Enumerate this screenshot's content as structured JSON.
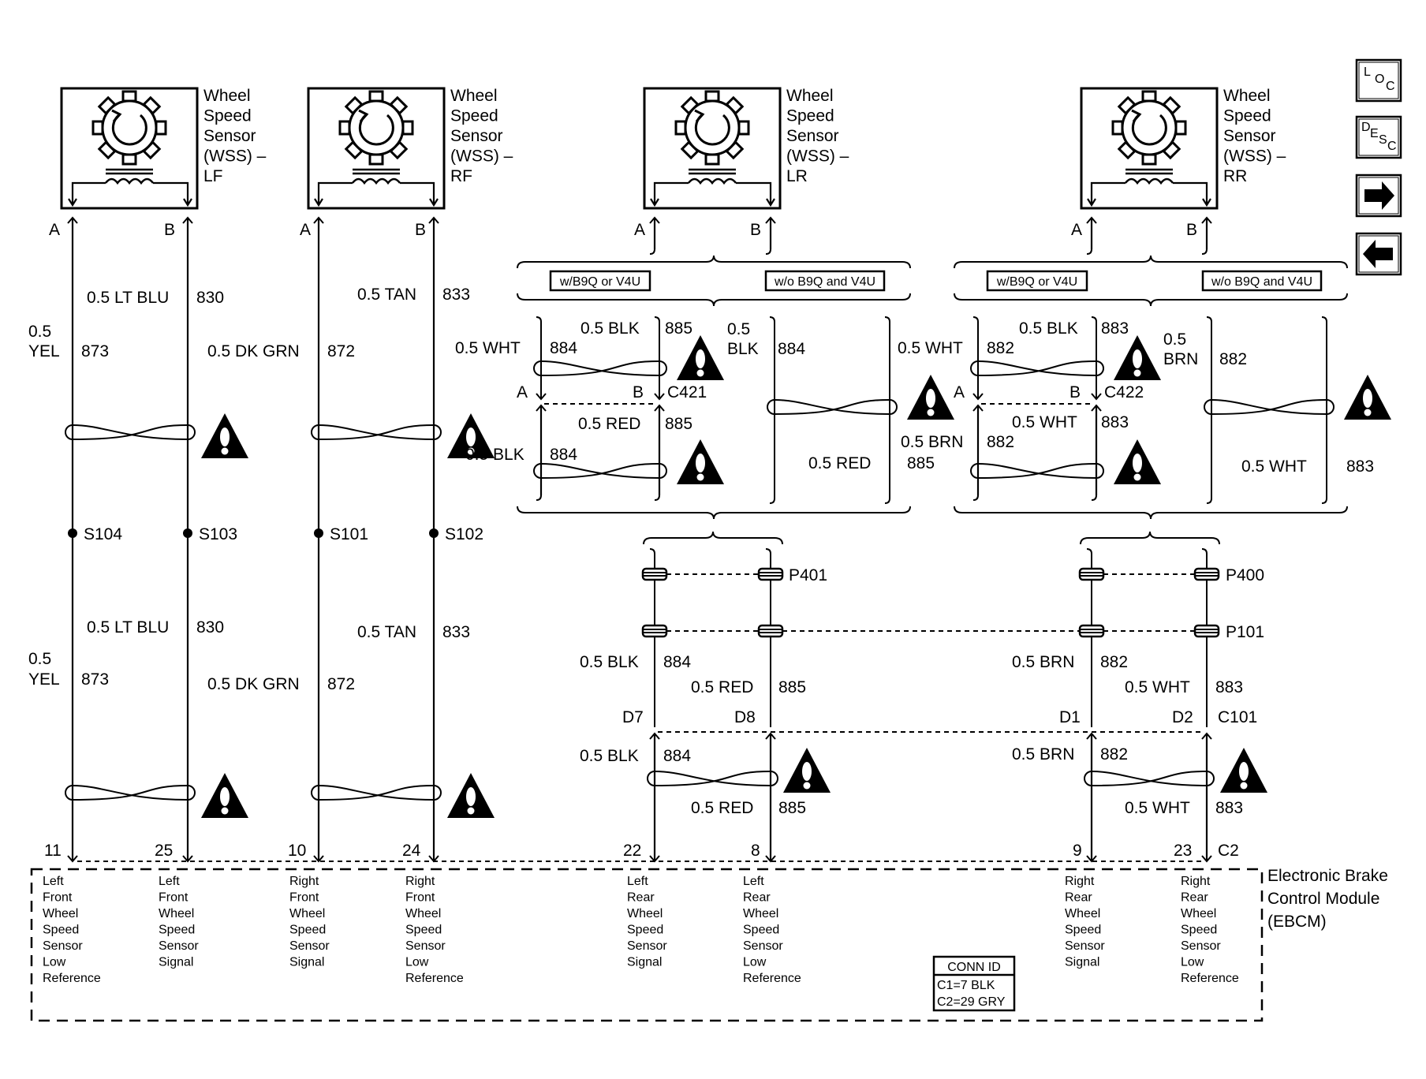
{
  "sensors": [
    {
      "lines": [
        "Wheel",
        "Speed",
        "Sensor",
        "(WSS) –",
        "LF"
      ]
    },
    {
      "lines": [
        "Wheel",
        "Speed",
        "Sensor",
        "(WSS) –",
        "RF"
      ]
    },
    {
      "lines": [
        "Wheel",
        "Speed",
        "Sensor",
        "(WSS) –",
        "LR"
      ]
    },
    {
      "lines": [
        "Wheel",
        "Speed",
        "Sensor",
        "(WSS) –",
        "RR"
      ]
    }
  ],
  "pins": {
    "a": "A",
    "b": "B"
  },
  "nav": {
    "loc": [
      "L",
      "O",
      "C"
    ],
    "desc": [
      "D",
      "E",
      "S",
      "C"
    ]
  },
  "options": {
    "with": "w/B9Q or V4U",
    "without": "w/o B9Q and V4U"
  },
  "front_wires": {
    "lf_b_color": "0.5 LT BLU",
    "lf_b_circuit": "830",
    "lf_a_gauge": "0.5",
    "lf_a_color": "YEL",
    "lf_a_circuit": "873",
    "rf_a_color": "0.5 DK GRN",
    "rf_a_circuit": "872",
    "rf_b_color": "0.5 TAN",
    "rf_b_circuit": "833"
  },
  "splices": [
    "S104",
    "S103",
    "S101",
    "S102"
  ],
  "rear_left": {
    "blk": "0.5 BLK",
    "c885": "885",
    "wht": "0.5 WHT",
    "c884": "884",
    "red": "0.5 RED",
    "gauge": "0.5",
    "blk_short": "BLK",
    "connector": "C421"
  },
  "rear_right": {
    "blk": "0.5 BLK",
    "c883": "883",
    "wht": "0.5 WHT",
    "c882": "882",
    "brn": "0.5 BRN",
    "gauge": "0.5",
    "brn_short": "BRN",
    "connector": "C422"
  },
  "connectors": {
    "p401": "P401",
    "p400": "P400",
    "p101": "P101",
    "c101": "C101",
    "c2": "C2"
  },
  "lower_rear": {
    "blk": "0.5 BLK",
    "c884": "884",
    "red": "0.5 RED",
    "c885": "885",
    "brn": "0.5 BRN",
    "c882": "882",
    "wht": "0.5 WHT",
    "c883": "883",
    "d7": "D7",
    "d8": "D8",
    "d1": "D1",
    "d2": "D2"
  },
  "module_pins": [
    "11",
    "25",
    "10",
    "24",
    "22",
    "8",
    "9",
    "23"
  ],
  "module_descriptions": [
    [
      "Left",
      "Front",
      "Wheel",
      "Speed",
      "Sensor",
      "Low",
      "Reference"
    ],
    [
      "Left",
      "Front",
      "Wheel",
      "Speed",
      "Sensor",
      "Signal"
    ],
    [
      "Right",
      "Front",
      "Wheel",
      "Speed",
      "Sensor",
      "Signal"
    ],
    [
      "Right",
      "Front",
      "Wheel",
      "Speed",
      "Sensor",
      "Low",
      "Reference"
    ],
    [
      "Left",
      "Rear",
      "Wheel",
      "Speed",
      "Sensor",
      "Signal"
    ],
    [
      "Left",
      "Rear",
      "Wheel",
      "Speed",
      "Sensor",
      "Low",
      "Reference"
    ],
    [
      "Right",
      "Rear",
      "Wheel",
      "Speed",
      "Sensor",
      "Signal"
    ],
    [
      "Right",
      "Rear",
      "Wheel",
      "Speed",
      "Sensor",
      "Low",
      "Reference"
    ]
  ],
  "module": {
    "lines": [
      "Electronic Brake",
      "Control Module",
      "(EBCM)"
    ]
  },
  "conn_id": {
    "title": "CONN ID",
    "c1": "C1=7 BLK",
    "c2": "C2=29 GRY"
  }
}
